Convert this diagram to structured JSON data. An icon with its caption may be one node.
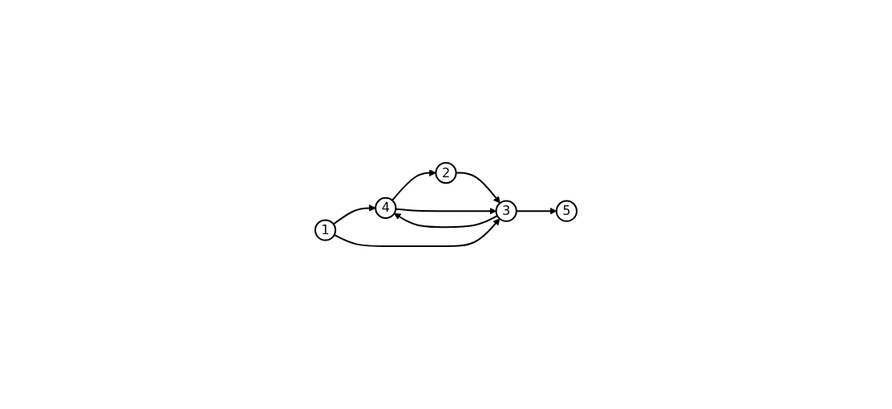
{
  "diagram": {
    "nodes": [
      {
        "text": [
          "4"
        ]
      },
      {
        "text": [
          "2"
        ]
      },
      {
        "text": [
          "1"
        ]
      },
      {
        "text": [
          "3"
        ]
      },
      {
        "text": [
          "5"
        ]
      }
    ],
    "edges": [
      {
        "from": 0,
        "to": 1,
        "arrow": "to"
      },
      {
        "from": 2,
        "to": 0,
        "arrow": "to"
      },
      {
        "from": 3,
        "to": 0,
        "arrow": "to"
      },
      {
        "from": 0,
        "to": 3,
        "arrow": "to"
      },
      {
        "from": 1,
        "to": 3,
        "arrow": "to"
      },
      {
        "from": 2,
        "to": 3,
        "arrow": "to"
      },
      {
        "from": 3,
        "to": 4,
        "arrow": "to"
      }
    ]
  }
}
